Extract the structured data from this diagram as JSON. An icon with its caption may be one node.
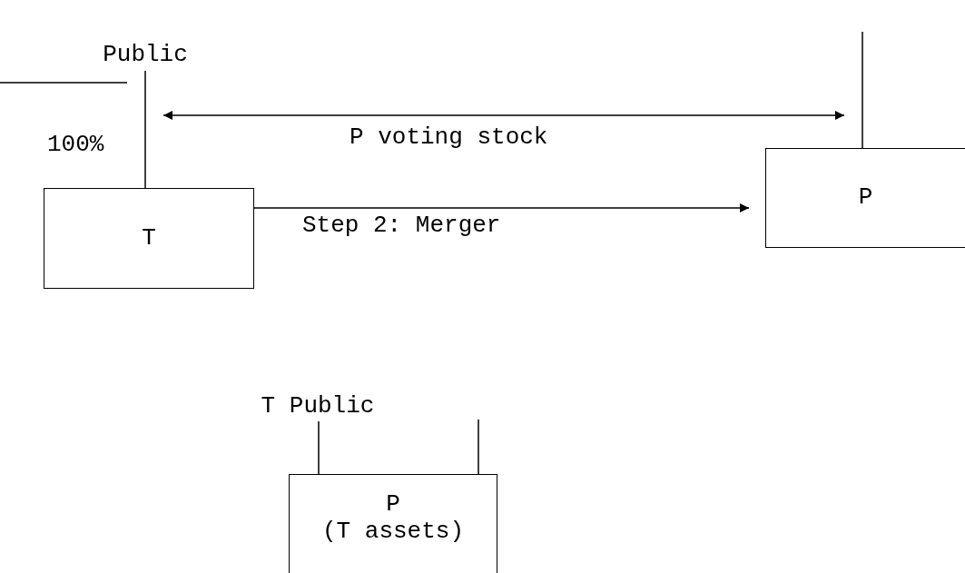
{
  "diagram": {
    "nodes": [
      {
        "text": [
          "Public"
        ]
      },
      {
        "text": [
          "T"
        ]
      },
      {
        "text": [
          "P"
        ]
      },
      {
        "text": [
          "T Public"
        ]
      },
      {
        "text": [
          "P",
          "(T assets)"
        ]
      }
    ],
    "edges": [
      {
        "from": 0,
        "to": 1,
        "arrow": "none"
      },
      {
        "from": null,
        "to": 2,
        "arrow": "none"
      },
      {
        "from": 0,
        "to": 2,
        "arrow": "both",
        "label": "P voting stock"
      },
      {
        "from": 1,
        "to": 2,
        "arrow": "to",
        "label": "Step 2: Merger"
      },
      {
        "from": 3,
        "to": 4,
        "arrow": "none"
      },
      {
        "from": null,
        "to": 4,
        "arrow": "none"
      }
    ],
    "labels": [
      "100%"
    ]
  }
}
